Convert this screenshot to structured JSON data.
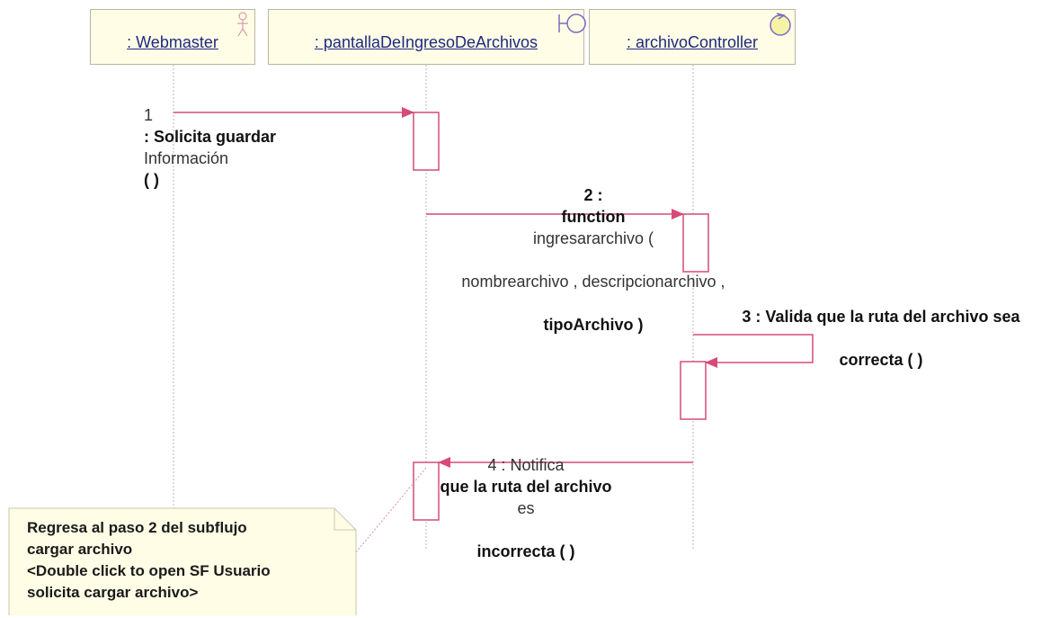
{
  "lifelines": [
    {
      "label": ": Webmaster",
      "kind": "actor",
      "icon": "actor-icon"
    },
    {
      "label": ": pantallaDeIngresoDeArchivos",
      "kind": "boundary",
      "icon": "boundary-icon"
    },
    {
      "label": ": archivoController",
      "kind": "control",
      "icon": "control-icon"
    }
  ],
  "messages": [
    {
      "num": "1",
      "bold": ": Solicita guardar",
      "plain": "Información",
      "tail": "( )"
    },
    {
      "num": "2 :",
      "bold": "function",
      "plain": "ingresararchivo (",
      "line2": "nombrearchivo , descripcionarchivo ,",
      "line3": "tipoArchivo )"
    },
    {
      "line1": "3 : Valida que la ruta del archivo sea",
      "line2": "correcta ( )"
    },
    {
      "plain1": "4 : Notifica",
      "bold1": "que la ruta del archivo",
      "plain2": "es",
      "line2": "incorrecta ( )"
    }
  ],
  "note": {
    "lines": [
      "Regresa al paso 2 del subflujo",
      "cargar archivo",
      "<Double click to open SF Usuario",
      "solicita cargar archivo>"
    ]
  },
  "colors": {
    "message_line": "#d64a7a",
    "lifeline": "#b8b8b8",
    "header_fill": "#fffde6",
    "note_fill": "#fffde6",
    "label": "#1d2a80"
  }
}
